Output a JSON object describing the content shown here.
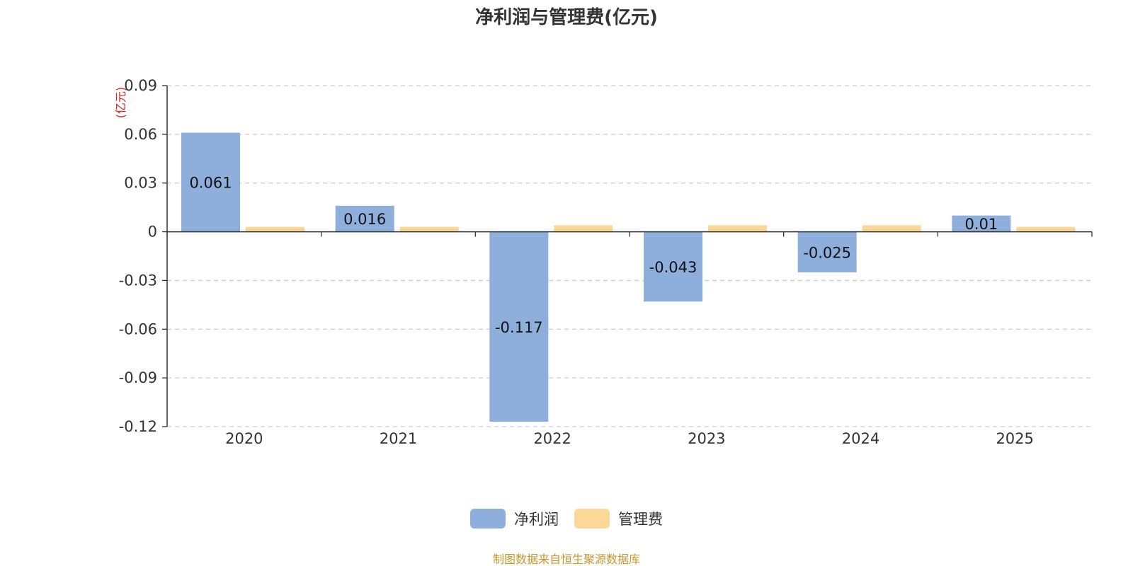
{
  "chart_data": {
    "type": "bar",
    "title": "净利润与管理费(亿元)",
    "ylabel": "(亿元)",
    "xlabel": "",
    "categories": [
      "2020",
      "2021",
      "2022",
      "2023",
      "2024",
      "2025"
    ],
    "series": [
      {
        "name": "净利润",
        "color": "#8eaedb",
        "values": [
          0.061,
          0.016,
          -0.117,
          -0.043,
          -0.025,
          0.01
        ],
        "labels": [
          "0.061",
          "0.016",
          "-0.117",
          "-0.043",
          "-0.025",
          "0.01"
        ]
      },
      {
        "name": "管理费",
        "color": "#fcd898",
        "values": [
          0.003,
          0.003,
          0.004,
          0.004,
          0.004,
          0.003
        ],
        "labels": []
      }
    ],
    "ylim": [
      -0.12,
      0.09
    ],
    "yticks": [
      0.09,
      0.06,
      0.03,
      0,
      -0.03,
      -0.06,
      -0.09,
      -0.12
    ],
    "ytick_labels": [
      "0.09",
      "0.06",
      "0.03",
      "0",
      "-0.03",
      "-0.06",
      "-0.09",
      "-0.12"
    ],
    "grid": true,
    "legend_position": "bottom-center"
  },
  "source_note": "制图数据来自恒生聚源数据库"
}
